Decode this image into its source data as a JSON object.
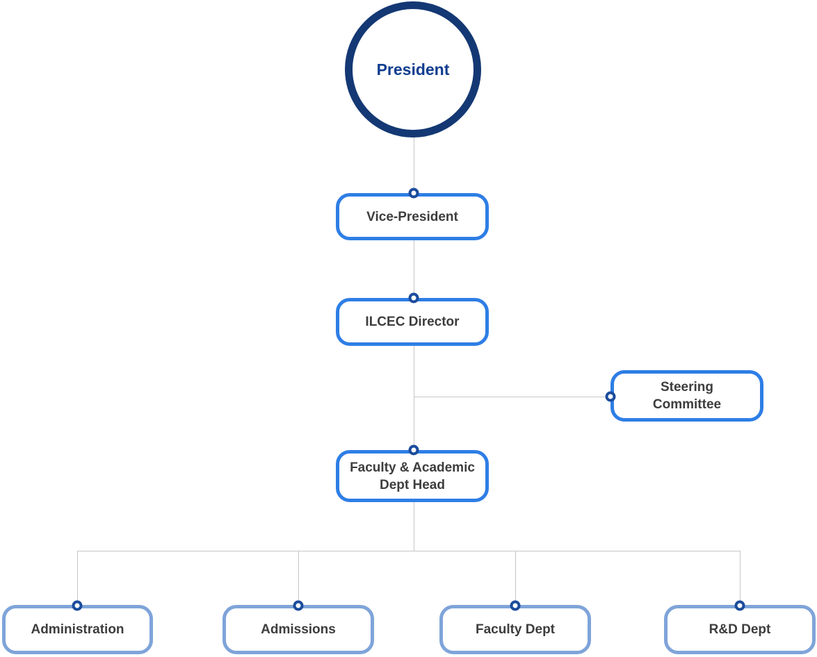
{
  "diagram": {
    "type": "org-chart",
    "nodes": [
      {
        "id": "president",
        "label": "President",
        "shape": "circle",
        "lines": [
          "President"
        ]
      },
      {
        "id": "vice-president",
        "label": "Vice-President",
        "shape": "rounded-box",
        "lines": [
          "Vice-President"
        ]
      },
      {
        "id": "ilcec-director",
        "label": "ILCEC Director",
        "shape": "rounded-box",
        "lines": [
          "ILCEC Director"
        ]
      },
      {
        "id": "steering-committee",
        "label": "Steering Committee",
        "shape": "rounded-box",
        "lines": [
          "Steering",
          "Committee"
        ]
      },
      {
        "id": "faculty-academic-dept-head",
        "label": "Faculty & Academic Dept Head",
        "shape": "rounded-box",
        "lines": [
          "Faculty & Academic",
          "Dept Head"
        ]
      },
      {
        "id": "administration",
        "label": "Administration",
        "shape": "rounded-box",
        "lines": [
          "Administration"
        ]
      },
      {
        "id": "admissions",
        "label": "Admissions",
        "shape": "rounded-box",
        "lines": [
          "Admissions"
        ]
      },
      {
        "id": "faculty-dept",
        "label": "Faculty Dept",
        "shape": "rounded-box",
        "lines": [
          "Faculty Dept"
        ]
      },
      {
        "id": "rd-dept",
        "label": "R&D Dept",
        "shape": "rounded-box",
        "lines": [
          "R&D Dept"
        ]
      }
    ],
    "edges": [
      {
        "from": "president",
        "to": "vice-president"
      },
      {
        "from": "vice-president",
        "to": "ilcec-director"
      },
      {
        "from": "ilcec-director",
        "to": "steering-committee",
        "style": "side-branch"
      },
      {
        "from": "ilcec-director",
        "to": "faculty-academic-dept-head"
      },
      {
        "from": "faculty-academic-dept-head",
        "to": "administration"
      },
      {
        "from": "faculty-academic-dept-head",
        "to": "admissions"
      },
      {
        "from": "faculty-academic-dept-head",
        "to": "faculty-dept"
      },
      {
        "from": "faculty-academic-dept-head",
        "to": "rd-dept"
      }
    ]
  },
  "colors": {
    "president_border": "#143874",
    "president_text": "#0f3d8f",
    "box_border_primary": "#2e7ee5",
    "box_border_secondary": "#7fa4d9",
    "node_text": "#3d3d3d",
    "connector_line": "#c6c6c6",
    "connector_dot": "#1b4c9c",
    "background": "#ffffff"
  }
}
